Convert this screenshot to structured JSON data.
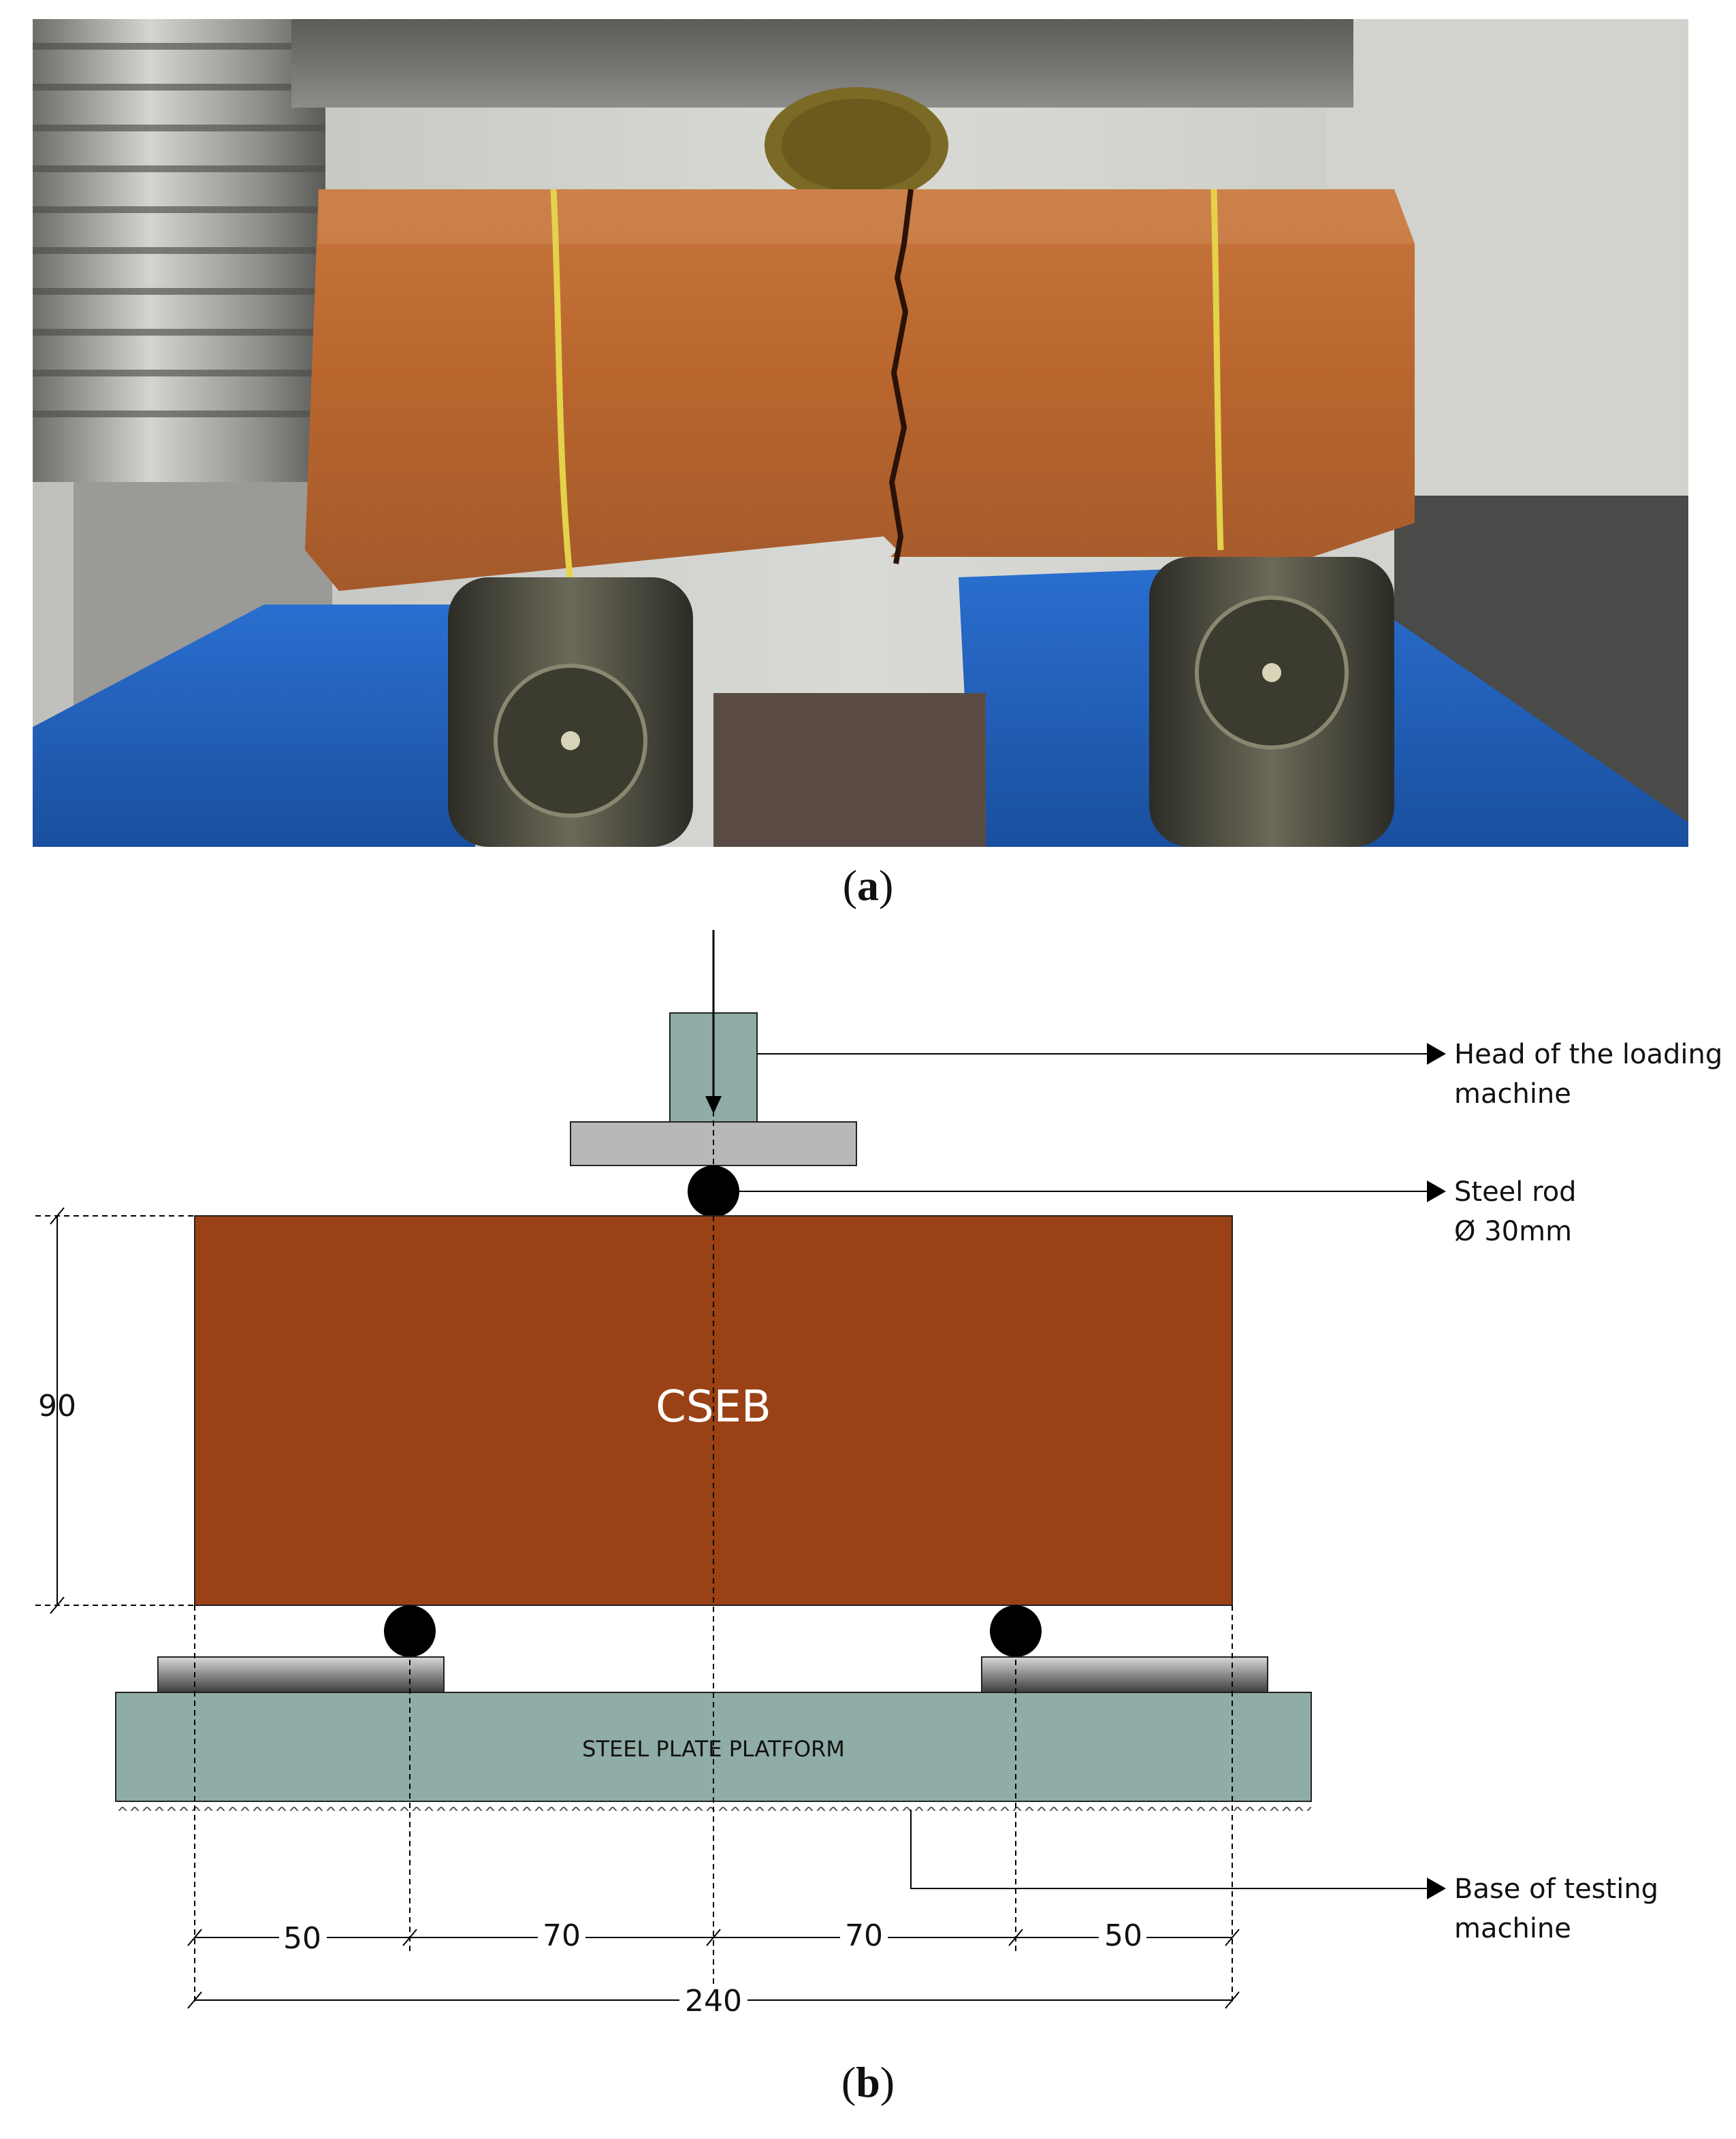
{
  "captions": {
    "a": "a",
    "b": "b"
  },
  "diagram": {
    "block_label": "CSEB",
    "platform_label": "STEEL PLATE PLATFORM",
    "callouts": [
      {
        "line1": "Head of the loading",
        "line2": "machine"
      },
      {
        "line1": "Steel rod",
        "line2": "Ø 30mm"
      },
      {
        "line1": "Base of testing",
        "line2": "machine"
      }
    ],
    "dimensions": {
      "height": "90",
      "segments": [
        "50",
        "70",
        "70",
        "50"
      ],
      "total": "240"
    }
  },
  "colors": {
    "brick": "#9a4216",
    "steel_teal": "#8fada6",
    "plate_gray": "#b8b8b8",
    "roller": "#000000",
    "machine_blue": "#1f5fb8"
  }
}
